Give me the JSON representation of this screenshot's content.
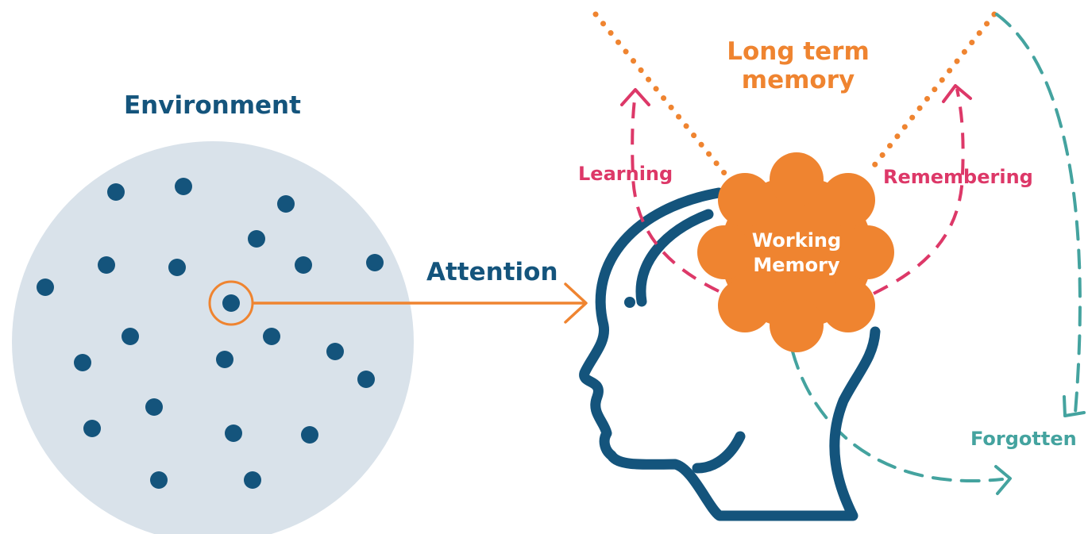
{
  "colors": {
    "navy": "#14547c",
    "orange": "#ef8430",
    "pink": "#dd3868",
    "teal": "#44a39f",
    "circle_fill": "#d9e2ea",
    "white": "#ffffff"
  },
  "labels": {
    "environment": "Environment",
    "attention": "Attention",
    "long_term_memory": "Long term\nmemory",
    "learning": "Learning",
    "remembering": "Remembering",
    "working_memory": "Working\nMemory",
    "forgotten": "Forgotten"
  },
  "icons": {
    "environment": "stimuli-dots-circle",
    "head": "head-profile-outline",
    "working_memory": "cloud-shape",
    "attention_arrow": "arrow-right-icon",
    "learning_arrow": "dashed-arrow-up-icon",
    "remembering_arrow": "dashed-arrow-down-icon",
    "forgotten_arrow": "dashed-arrow-right-icon"
  }
}
